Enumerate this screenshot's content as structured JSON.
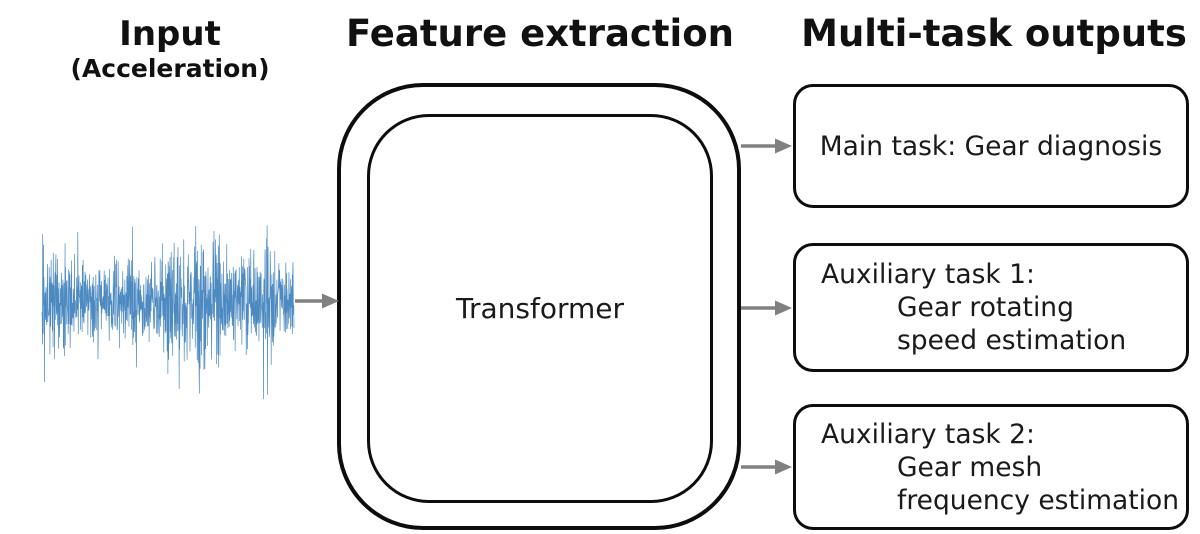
{
  "header": {
    "input_title": "Input",
    "input_subtitle": "(Acceleration)",
    "feature_title": "Feature extraction",
    "outputs_title": "Multi-task outputs"
  },
  "feature_block": {
    "label": "Transformer"
  },
  "outputs": {
    "boxes": [
      {
        "lines": [
          "Main task: Gear diagnosis"
        ]
      },
      {
        "lines": [
          "Auxiliary task 1:",
          "Gear rotating",
          "speed estimation"
        ]
      },
      {
        "lines": [
          "Auxiliary task 2:",
          "Gear mesh",
          "frequency estimation"
        ]
      }
    ]
  },
  "colors": {
    "waveform": "#2e75b6",
    "arrow": "#808080",
    "box_border": "#000000",
    "background": "#ffffff",
    "text": "#111111"
  }
}
